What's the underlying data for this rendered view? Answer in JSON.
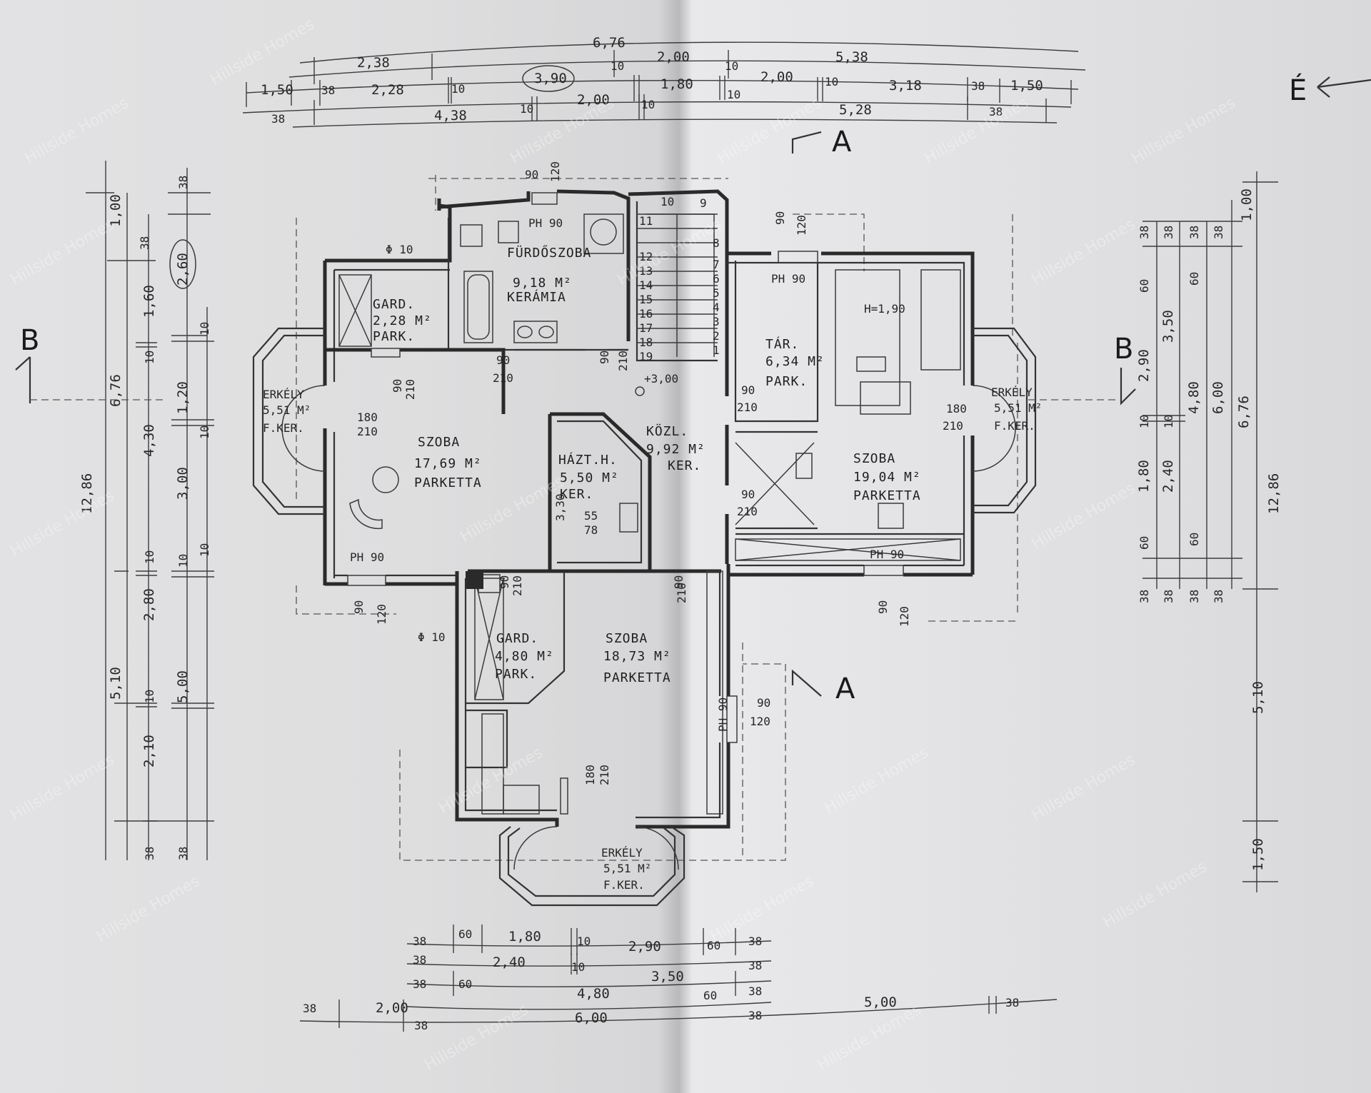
{
  "north_marker": "É",
  "section_marks": {
    "a": "A",
    "b": "B"
  },
  "watermark": "Hillside Homes",
  "rooms": [
    {
      "id": "furdoszoba",
      "name": "FÜRDŐSZOBA",
      "area": "9,18 M²",
      "floor": "KERÁMIA"
    },
    {
      "id": "gard1",
      "name": "GARD.",
      "area": "2,28 M²",
      "floor": "PARK."
    },
    {
      "id": "szoba1",
      "name": "SZOBA",
      "area": "17,69 M²",
      "floor": "PARKETTA"
    },
    {
      "id": "haztar",
      "name": "HÁZT.H.",
      "area": "5,50 M²",
      "floor": "KER."
    },
    {
      "id": "kozl",
      "name": "KÖZL.",
      "area": "9,92 M²",
      "floor": "KER."
    },
    {
      "id": "tar",
      "name": "TÁR.",
      "area": "6,34 M²",
      "floor": "PARK."
    },
    {
      "id": "szoba2",
      "name": "SZOBA",
      "area": "19,04 M²",
      "floor": "PARKETTA"
    },
    {
      "id": "gard2",
      "name": "GARD.",
      "area": "4,80 M²",
      "floor": "PARK."
    },
    {
      "id": "szoba3",
      "name": "SZOBA",
      "area": "18,73 M²",
      "floor": "PARKETTA"
    },
    {
      "id": "erkely_w",
      "name": "ERKÉLY",
      "area": "5,51 M²",
      "floor": "F.KER."
    },
    {
      "id": "erkely_e",
      "name": "ERKÉLY",
      "area": "5,51 M²",
      "floor": "F.KER."
    },
    {
      "id": "erkely_s",
      "name": "ERKÉLY",
      "area": "5,51 M²",
      "floor": "F.KER."
    }
  ],
  "labels": {
    "ph90": "PH 90",
    "height": "H=1,90",
    "level": "+3,00",
    "phi10": "Φ 10",
    "circled_top": "3,90",
    "circled_left": "2,60"
  },
  "dims_top": {
    "row1": [
      "6,76"
    ],
    "row2": [
      "2,38",
      "3,90",
      "10",
      "2,00",
      "10",
      "5,38"
    ],
    "row3": [
      "1,50",
      "38",
      "2,28",
      "10",
      "1,80",
      "10",
      "2,00",
      "10",
      "3,18",
      "38",
      "1,50"
    ],
    "row4": [
      "38",
      "4,38",
      "10",
      "2,00",
      "10",
      "5,28",
      "38"
    ]
  },
  "dims_bottom": {
    "row1": [
      "38",
      "60",
      "1,80",
      "10",
      "2,90",
      "60",
      "38"
    ],
    "row2": [
      "38",
      "2,40",
      "10",
      "3,50",
      "38"
    ],
    "row3": [
      "38",
      "60",
      "4,80",
      "60",
      "38"
    ],
    "row4": [
      "6,00",
      "38"
    ],
    "row5": [
      "38",
      "2,00",
      "38",
      "5,00",
      "38"
    ]
  },
  "dims_left": {
    "col1": [
      "12,86"
    ],
    "col2": [
      "1,00",
      "6,76",
      "5,10"
    ],
    "col3": [
      "1,60",
      "10",
      "4,30",
      "10",
      "2,80",
      "10",
      "2,10",
      "38"
    ],
    "col4": [
      "38",
      "2,60",
      "1,20",
      "10",
      "3,00",
      "10",
      "5,00",
      "38"
    ],
    "col5": [
      "38",
      "10",
      "10"
    ]
  },
  "dims_right": {
    "col1": [
      "38",
      "60",
      "2,90",
      "10",
      "1,80",
      "60",
      "38"
    ],
    "col2": [
      "38",
      "3,50",
      "10",
      "2,40",
      "38"
    ],
    "col3": [
      "38",
      "60",
      "4,80",
      "60",
      "38"
    ],
    "col4": [
      "38",
      "1,00",
      "6,00",
      "38"
    ],
    "col5": [
      "6,76",
      "12,86",
      "5,10",
      "1,50"
    ]
  },
  "openings": [
    "90",
    "120",
    "210",
    "180",
    "55",
    "78",
    "3,30"
  ],
  "stair_numbers": [
    "1",
    "2",
    "3",
    "4",
    "5",
    "6",
    "7",
    "8",
    "9",
    "10",
    "11",
    "12",
    "13",
    "14",
    "15",
    "16",
    "17",
    "18",
    "19"
  ]
}
